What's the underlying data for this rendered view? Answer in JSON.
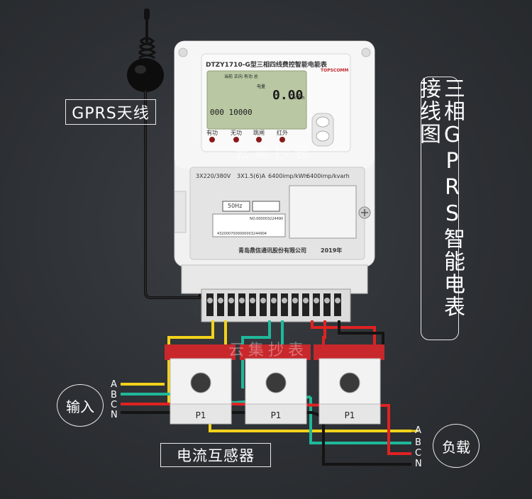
{
  "title": "三相GPRS智能电表接线图",
  "antenna_label": "GPRS天线",
  "input_label": "输入",
  "load_label": "负载",
  "ct_label": "电流互感器",
  "phases_in": [
    "A",
    "B",
    "C",
    "N"
  ],
  "phases_out": [
    "A",
    "B",
    "C",
    "N"
  ],
  "meter": {
    "model": "DTZY1710-G型三相四线费控智能电能表",
    "brand": "TOPSCOMM",
    "lcd_top": "当前   正向 有功  总",
    "lcd_energy_label": "电量",
    "lcd_value": "0.00",
    "lcd_unit": "kWh",
    "lcd_small": "000 10000",
    "indicators": [
      "有功",
      "无功",
      "跳闸",
      "红外"
    ],
    "rating_1": "3X220/380V",
    "rating_2": "3X1.5(6)A",
    "rating_3": "6400imp/kWh",
    "rating_4": "6400imp/kvarh",
    "freq": "50Hz",
    "serial": "NO.000003224490",
    "barcode_num": "4320007000000003244904",
    "manufacturer": "青岛鼎信通讯股份有限公司",
    "year": "2019年"
  },
  "ct_units": [
    {
      "label": "P1"
    },
    {
      "label": "P1"
    },
    {
      "label": "P1"
    }
  ],
  "watermark": "云集抄表",
  "colors": {
    "phase_a": "#f2d21a",
    "phase_b": "#1fb89a",
    "phase_c": "#e02222",
    "neutral": "#1a1a1a",
    "ct_red": "#c8282c"
  }
}
